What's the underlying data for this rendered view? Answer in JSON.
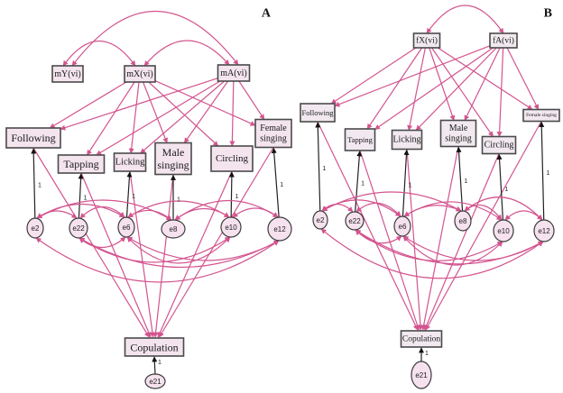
{
  "figure": {
    "colors": {
      "path": "#d3548f",
      "error_path": "#222222",
      "node_fill": "#f3e4ee",
      "node_stroke": "#4a4a4a"
    },
    "panels": [
      {
        "id": "A",
        "label": "A",
        "latent_factors": [
          "mY(vi)",
          "mX(vi)",
          "mA(vi)"
        ],
        "observed": [
          "Following",
          "Tapping",
          "Licking",
          "Male singing",
          "Circling",
          "Female singing"
        ],
        "observed_lines": [
          [
            "Following"
          ],
          [
            "Tapping"
          ],
          [
            "Licking"
          ],
          [
            "Male",
            "singing"
          ],
          [
            "Circling"
          ],
          [
            "Female",
            "singing"
          ]
        ],
        "errors": [
          "e2",
          "e22",
          "e6",
          "e8",
          "e10",
          "e12"
        ],
        "outcome": "Copulation",
        "outcome_error": "e21",
        "error_weight": "1"
      },
      {
        "id": "B",
        "label": "B",
        "latent_factors": [
          "fX(vi)",
          "fA(vi)"
        ],
        "observed": [
          "Following",
          "Tapping",
          "Licking",
          "Male singing",
          "Circling",
          "Female singing"
        ],
        "observed_lines": [
          [
            "Following"
          ],
          [
            "Tapping"
          ],
          [
            "Licking"
          ],
          [
            "Male",
            "singing"
          ],
          [
            "Circling"
          ],
          [
            "Female singing"
          ]
        ],
        "errors": [
          "e2",
          "e22",
          "e6",
          "e8",
          "e10",
          "e12"
        ],
        "outcome": "Copulation",
        "outcome_error": "e21",
        "error_weight": "1"
      }
    ]
  }
}
